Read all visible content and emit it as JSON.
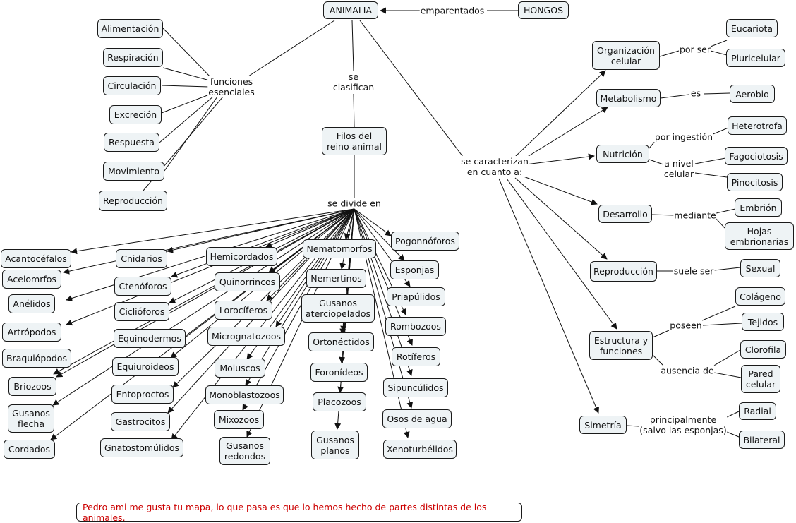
{
  "colors": {
    "node_fill": "#eef3f5",
    "line": "#111111",
    "note_text": "#cc0000"
  },
  "nodes": {
    "animalia": "ANIMALIA",
    "hongos": "HONGOS",
    "alimentacion": "Alimentación",
    "respiracion": "Respiración",
    "circulacion": "Circulación",
    "excrecion": "Excreción",
    "respuesta": "Respuesta",
    "movimiento": "Movimiento",
    "reproduccion_f": "Reproducción",
    "filos": "Filos del\nreino animal",
    "org_celular": "Organización\ncelular",
    "eucariota": "Eucariota",
    "pluricelular": "Pluricelular",
    "metabolismo": "Metabolismo",
    "aerobio": "Aerobio",
    "nutricion": "Nutrición",
    "heterotrofa": "Heterotrofa",
    "fagociotosis": "Fagociotosis",
    "pinocitosis": "Pinocitosis",
    "desarrollo": "Desarrollo",
    "embrion": "Embrión",
    "hojas": "Hojas\nembrionarias",
    "reproduccion_c": "Reproducción",
    "sexual": "Sexual",
    "estructura": "Estructura y\nfunciones",
    "colageno": "Colágeno",
    "tejidos": "Tejidos",
    "clorofila": "Clorofila",
    "pared": "Pared\ncelular",
    "simetria": "Simetría",
    "radial": "Radial",
    "bilateral": "Bilateral",
    "acantocefalos": "Acantocéfalos",
    "acelomrfos": "Acelomrfos",
    "anelidos": "Anélidos",
    "artropodos": "Artrópodos",
    "braquiopodos": "Braquiópodos",
    "briozoos": "Briozoos",
    "gusanos_flecha": "Gusanos\nflecha",
    "cordados": "Cordados",
    "cnidarios": "Cnidarios",
    "ctenoforos": "Ctenóforos",
    "ciclioforos": "Ciclióforos",
    "equinodermos": "Equinodermos",
    "equiuroideos": "Equiuroideos",
    "entoproctos": "Entoproctos",
    "gastrocitos": "Gastrocitos",
    "gnatostomulidos": "Gnatostomúlidos",
    "hemicordados": "Hemicordados",
    "quinorrincos": "Quinorrincos",
    "loroceferos": "Lorocíferos",
    "micrognatozoos": "Micrognatozoos",
    "moluscos": "Moluscos",
    "monoblastozoos": "Monoblastozoos",
    "mixozoos": "Mixozoos",
    "gusanos_redondos": "Gusanos\nredondos",
    "nematomorfos": "Nematomorfos",
    "nemertinos": "Nemertinos",
    "gusanos_aterciopelados": "Gusanos\naterciopelados",
    "ortonectidos": "Ortonéctidos",
    "foronideos": "Foronídeos",
    "placozoos": "Placozoos",
    "gusanos_planos": "Gusanos\nplanos",
    "pogonnoforos": "Pogonnóforos",
    "esponjas": "Esponjas",
    "priapulidos": "Priapúlidos",
    "rombozoos": "Rombozoos",
    "rotiferos": "Rotíferos",
    "sipunculidos": "Sipuncúlidos",
    "osos_agua": "Osos de agua",
    "xenoturbelidos": "Xenoturbélidos"
  },
  "labels": {
    "emparentados": "emparentados",
    "funciones": "funciones\nesenciales",
    "clasifican": "se\nclasifican",
    "divide": "se divide en",
    "caracterizan": "se caracterizan\nen cuanto a:",
    "por_ser": "por ser",
    "es": "es",
    "por_ingestion": "por ingestión",
    "a_nivel": "a nivel\ncelular",
    "mediante": "mediante",
    "suele_ser": "suele ser",
    "poseen": "poseen",
    "ausencia": "ausencia de",
    "principalmente": "principalmente\n(salvo las esponjas)"
  },
  "note": "Pedro ami me gusta tu mapa, lo que pasa es que lo hemos hecho de partes distintas de los animales."
}
